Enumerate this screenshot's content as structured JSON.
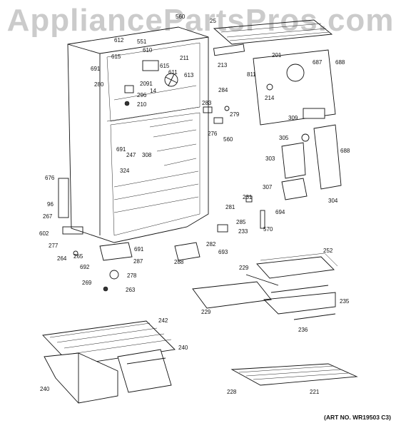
{
  "watermark": "AppliancePartsPros.com",
  "art_number": "(ART NO. WR19503 C3)",
  "labels": [
    {
      "id": "l560a",
      "text": "560"
    },
    {
      "id": "l25",
      "text": "25"
    },
    {
      "id": "l612",
      "text": "612"
    },
    {
      "id": "l551",
      "text": "551"
    },
    {
      "id": "l615a",
      "text": "615"
    },
    {
      "id": "l610",
      "text": "610"
    },
    {
      "id": "l691a",
      "text": "691"
    },
    {
      "id": "l211",
      "text": "211"
    },
    {
      "id": "l615b",
      "text": "615"
    },
    {
      "id": "l611",
      "text": "611"
    },
    {
      "id": "l613",
      "text": "613"
    },
    {
      "id": "l280",
      "text": "280"
    },
    {
      "id": "l2091",
      "text": "2091"
    },
    {
      "id": "l14",
      "text": "14"
    },
    {
      "id": "l296",
      "text": "296"
    },
    {
      "id": "l210",
      "text": "210"
    },
    {
      "id": "l213",
      "text": "213"
    },
    {
      "id": "l201",
      "text": "201"
    },
    {
      "id": "l811",
      "text": "811"
    },
    {
      "id": "l687",
      "text": "687"
    },
    {
      "id": "l688a",
      "text": "688"
    },
    {
      "id": "l284",
      "text": "284"
    },
    {
      "id": "l214",
      "text": "214"
    },
    {
      "id": "l283",
      "text": "283"
    },
    {
      "id": "l279",
      "text": "279"
    },
    {
      "id": "l309",
      "text": "309"
    },
    {
      "id": "l276",
      "text": "276"
    },
    {
      "id": "l560b",
      "text": "560"
    },
    {
      "id": "l305",
      "text": "305"
    },
    {
      "id": "l691b",
      "text": "691"
    },
    {
      "id": "l247",
      "text": "247"
    },
    {
      "id": "l308",
      "text": "308"
    },
    {
      "id": "l688b",
      "text": "688"
    },
    {
      "id": "l303",
      "text": "303"
    },
    {
      "id": "l324",
      "text": "324"
    },
    {
      "id": "l676",
      "text": "676"
    },
    {
      "id": "l307",
      "text": "307"
    },
    {
      "id": "l304",
      "text": "304"
    },
    {
      "id": "l231",
      "text": "231"
    },
    {
      "id": "l96",
      "text": "96"
    },
    {
      "id": "l267",
      "text": "267"
    },
    {
      "id": "l281",
      "text": "281"
    },
    {
      "id": "l694",
      "text": "694"
    },
    {
      "id": "l285",
      "text": "285"
    },
    {
      "id": "l570",
      "text": "570"
    },
    {
      "id": "l233",
      "text": "233"
    },
    {
      "id": "l602",
      "text": "602"
    },
    {
      "id": "l277",
      "text": "277"
    },
    {
      "id": "l282",
      "text": "282"
    },
    {
      "id": "l691c",
      "text": "691"
    },
    {
      "id": "l264",
      "text": "264"
    },
    {
      "id": "l265",
      "text": "265"
    },
    {
      "id": "l693",
      "text": "693"
    },
    {
      "id": "l287",
      "text": "287"
    },
    {
      "id": "l252",
      "text": "252"
    },
    {
      "id": "l692",
      "text": "692"
    },
    {
      "id": "l288",
      "text": "288"
    },
    {
      "id": "l229a",
      "text": "229"
    },
    {
      "id": "l278",
      "text": "278"
    },
    {
      "id": "l269",
      "text": "269"
    },
    {
      "id": "l263",
      "text": "263"
    },
    {
      "id": "l229b",
      "text": "229"
    },
    {
      "id": "l235",
      "text": "235"
    },
    {
      "id": "l236",
      "text": "236"
    },
    {
      "id": "l242",
      "text": "242"
    },
    {
      "id": "l240a",
      "text": "240"
    },
    {
      "id": "l240b",
      "text": "240"
    },
    {
      "id": "l228",
      "text": "228"
    },
    {
      "id": "l221",
      "text": "221"
    }
  ]
}
